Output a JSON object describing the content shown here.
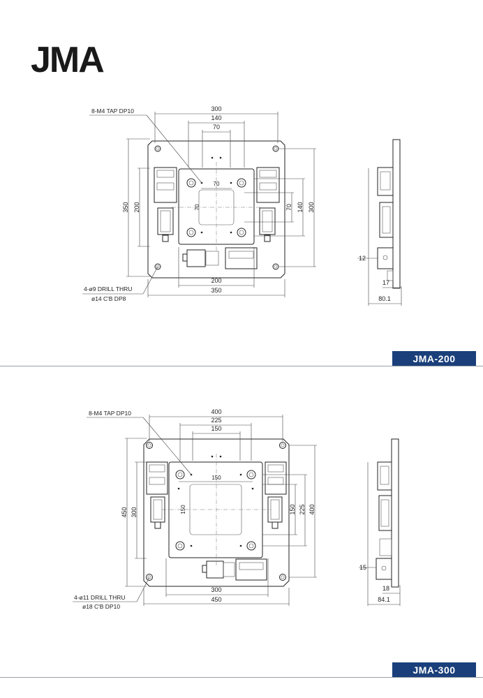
{
  "brand": {
    "logo_text": "JMA"
  },
  "models": [
    {
      "badge": "JMA-200",
      "callout_tap": "8-M4  TAP  DP10",
      "callout_drill": "4-ø9  DRILL  THRU",
      "callout_cbore": "ø14  C'B  DP8",
      "dims": {
        "top_300": "300",
        "top_140": "140",
        "top_70": "70",
        "inner_70_h": "70",
        "inner_70_v": "70",
        "left_350": "350",
        "left_200": "200",
        "right_70": "70",
        "right_140": "140",
        "right_300": "300",
        "bottom_200": "200",
        "bottom_350": "350",
        "side_12": "12",
        "side_17": "17",
        "side_801": "80.1"
      }
    },
    {
      "badge": "JMA-300",
      "callout_tap": "8-M4  TAP  DP10",
      "callout_drill": "4-ø11  DRILL  THRU",
      "callout_cbore": "ø18  C'B  DP10",
      "dims": {
        "top_400": "400",
        "top_225": "225",
        "top_150": "150",
        "inner_150_h": "150",
        "inner_150_v": "150",
        "left_450": "450",
        "left_300": "300",
        "right_150": "150",
        "right_225": "225",
        "right_400": "400",
        "bottom_300": "300",
        "bottom_450": "450",
        "side_15": "15",
        "side_18": "18",
        "side_841": "84.1"
      }
    }
  ],
  "colors": {
    "badge_bg": "#1a3f7a",
    "line": "#222222",
    "separator": "#9aa0a6"
  }
}
